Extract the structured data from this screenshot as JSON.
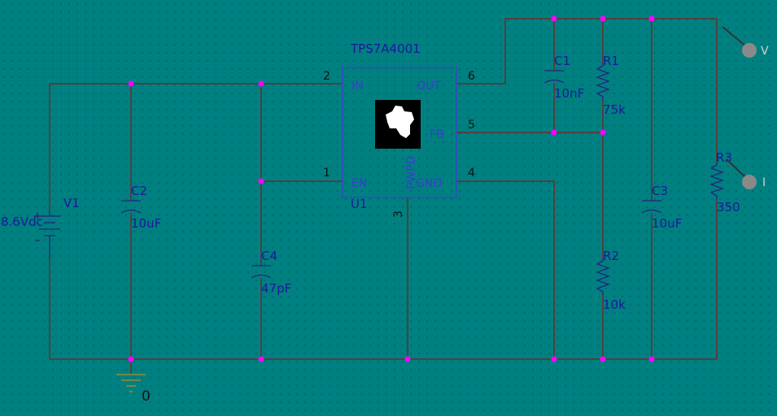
{
  "ic": {
    "part": "TPS7A4001",
    "ref": "U1",
    "pins": {
      "in": {
        "name": "IN",
        "num": "2"
      },
      "out": {
        "name": "OUT",
        "num": "6"
      },
      "fb": {
        "name": "FB",
        "num": "5"
      },
      "en": {
        "name": "EN",
        "num": "1"
      },
      "gnd": {
        "name": "GND",
        "num": "4"
      },
      "pwpd": {
        "name": "PWPD",
        "num": "3"
      }
    }
  },
  "components": {
    "v1": {
      "ref": "V1",
      "value": "8.6Vdc"
    },
    "c2": {
      "ref": "C2",
      "value": "10uF"
    },
    "c4": {
      "ref": "C4",
      "value": "47pF"
    },
    "c1": {
      "ref": "C1",
      "value": "10nF"
    },
    "r1": {
      "ref": "R1",
      "value": "75k"
    },
    "r2": {
      "ref": "R2",
      "value": "10k"
    },
    "c3": {
      "ref": "C3",
      "value": "10uF"
    },
    "r3": {
      "ref": "R3",
      "value": "350"
    }
  },
  "ground": {
    "label": "0"
  },
  "probes": {
    "voltage": "V",
    "current": "I"
  }
}
